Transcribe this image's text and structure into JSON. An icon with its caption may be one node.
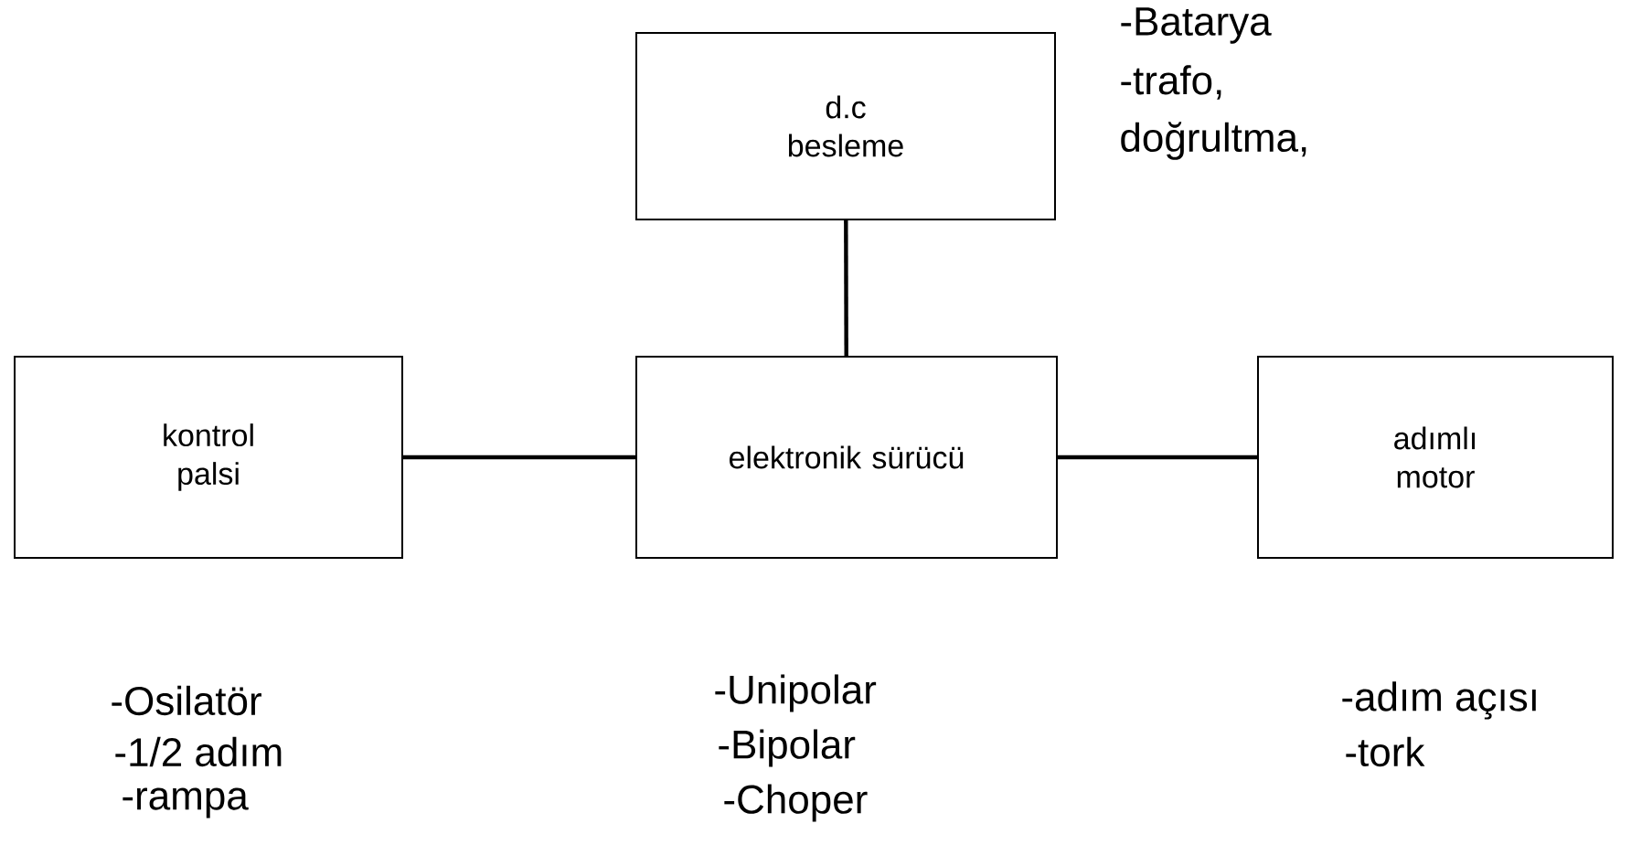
{
  "diagram": {
    "nodes": [
      {
        "text": [
          "d.c besleme"
        ],
        "beside": [
          "-Batarya",
          "-trafo,",
          "doğrultma,"
        ]
      },
      {
        "text": [
          "kontrol palsi"
        ],
        "beside": [
          "-Osilatör",
          "-1/2 adım",
          "-rampa"
        ]
      },
      {
        "text": [
          "elektronik sürücü"
        ],
        "beside": [
          "-Unipolar",
          "-Bipolar",
          "-Choper"
        ]
      },
      {
        "text": [
          "adımlı motor"
        ],
        "beside": [
          "-adım açısı",
          "-tork"
        ]
      }
    ],
    "edges": [
      {
        "from": 0,
        "to": 2,
        "arrow": "none"
      },
      {
        "from": 1,
        "to": 2,
        "arrow": "none"
      },
      {
        "from": 2,
        "to": 3,
        "arrow": "none"
      }
    ]
  }
}
